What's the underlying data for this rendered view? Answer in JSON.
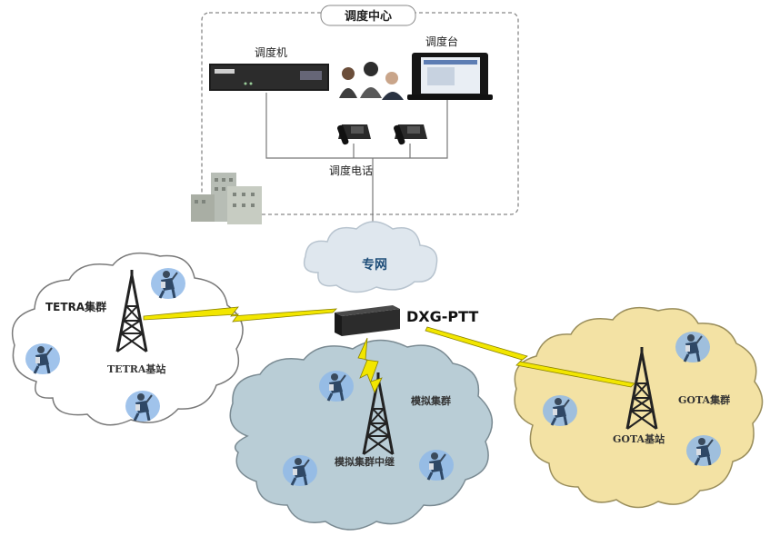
{
  "dispatch_center": {
    "title": "调度中心",
    "dispatcher_label": "调度机",
    "console_label": "调度台",
    "phone_label": "调度电话"
  },
  "network": {
    "label": "专网"
  },
  "gateway": {
    "label": "DXG-PTT"
  },
  "tetra": {
    "cluster_label": "TETRA集群",
    "station_label": "TETRA基站"
  },
  "analog": {
    "cluster_label": "模拟集群",
    "repeater_label": "模拟集群中继"
  },
  "gota": {
    "cluster_label": "GOTA集群",
    "station_label": "GOTA基站"
  },
  "colors": {
    "tetra_cloud": "#ffffff",
    "analog_cloud": "#b9cdd6",
    "gota_cloud": "#f3e2a4",
    "network_cloud": "#dfe7ee",
    "lightning": "#f2e600"
  }
}
